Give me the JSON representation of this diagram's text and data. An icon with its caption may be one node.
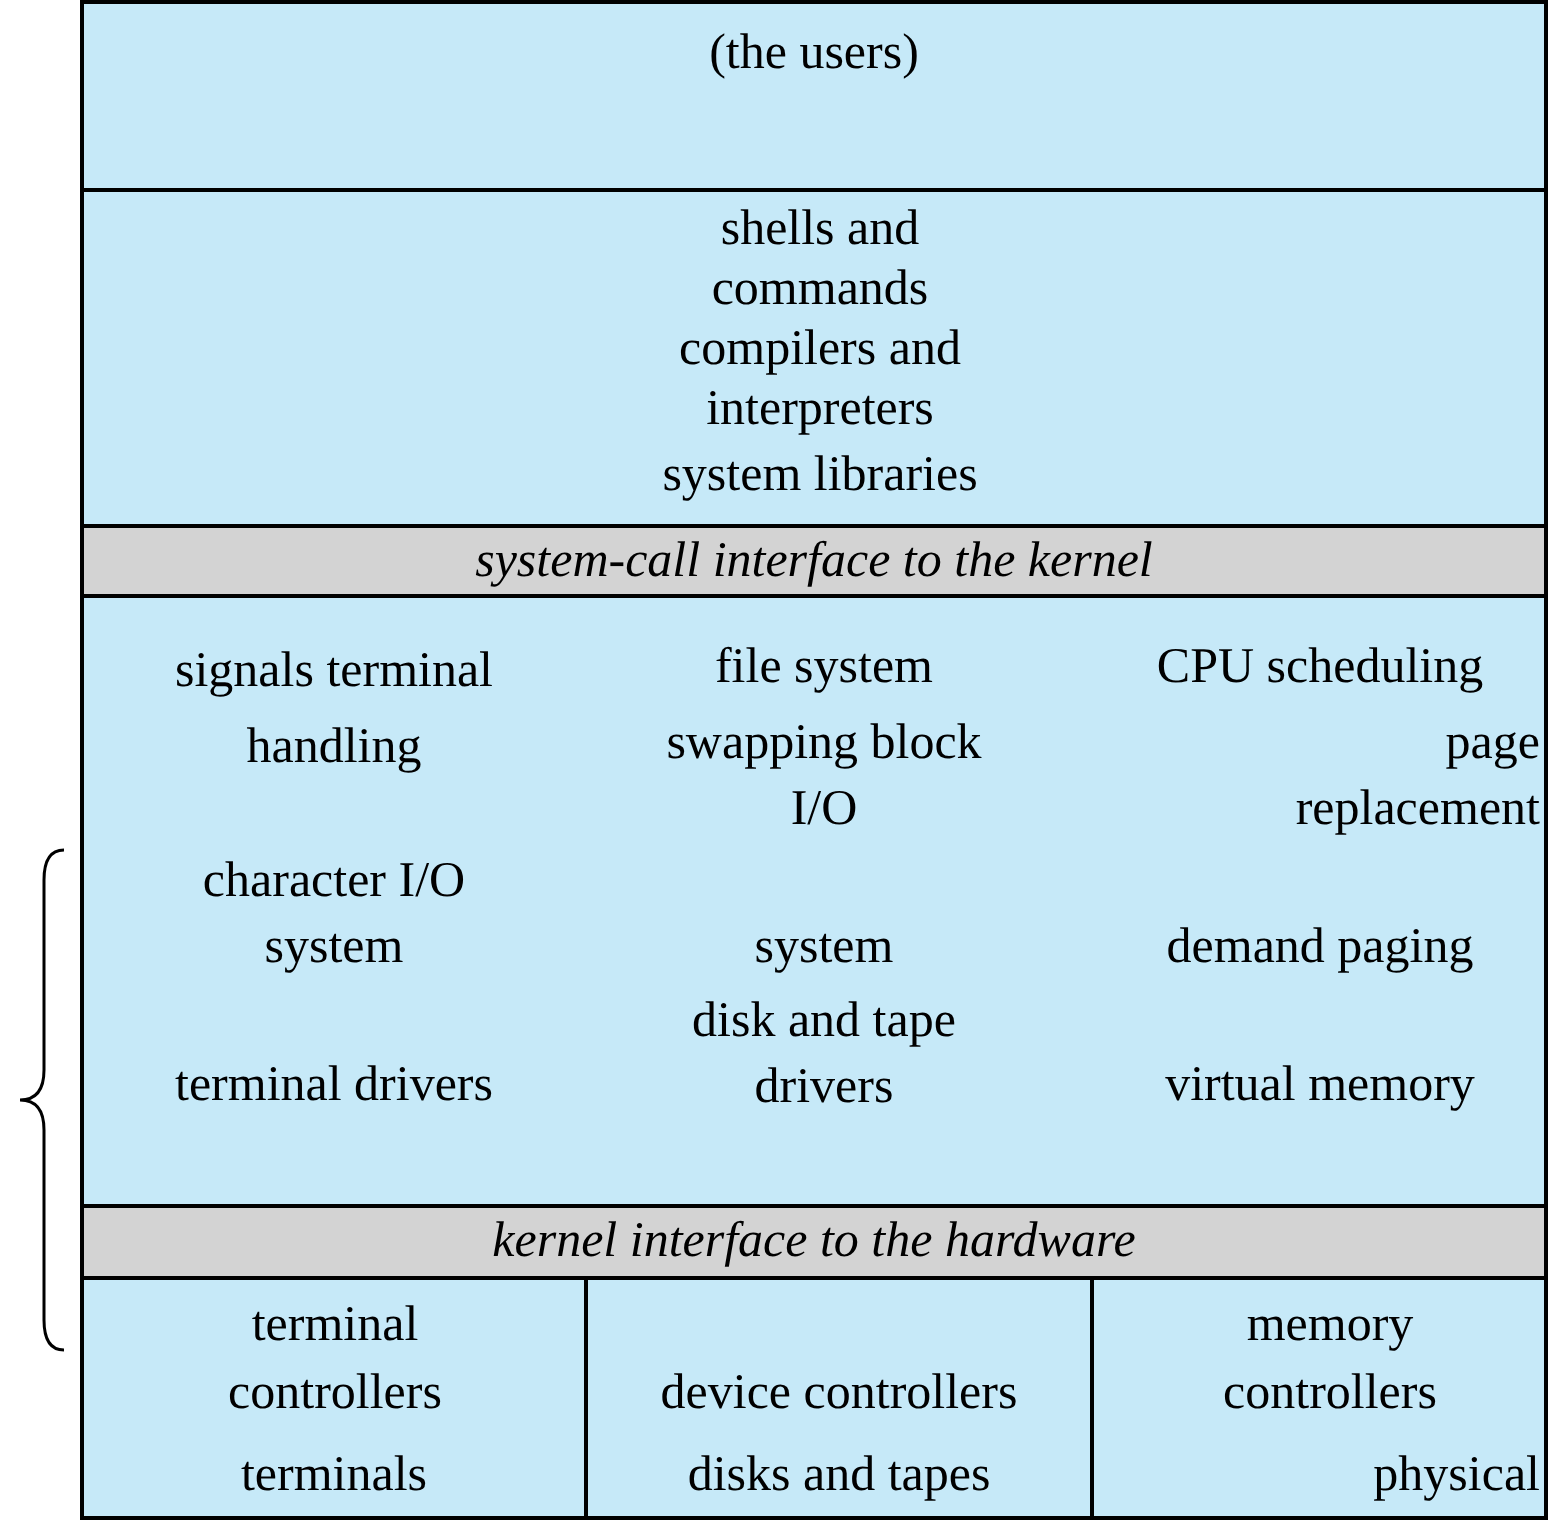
{
  "diagram": {
    "nodes": [
      {
        "text": [
          "(the users)"
        ]
      },
      {
        "text": [
          "shells and commands",
          "compilers and interpreters",
          "system libraries"
        ]
      },
      {
        "text": [
          "system-call interface to the kernel"
        ]
      },
      {
        "text": [
          "signals terminal handling",
          "character I/O system",
          "terminal drivers",
          "file system",
          "swapping block I/O",
          "system",
          "disk and tape drivers",
          "CPU scheduling",
          "page replacement",
          "demand paging",
          "virtual memory"
        ]
      },
      {
        "text": [
          "kernel interface to the hardware"
        ]
      },
      {
        "text": [
          "terminal controllers",
          "terminals"
        ]
      },
      {
        "text": [
          "device controllers",
          "disks and tapes"
        ]
      },
      {
        "text": [
          "memory controllers",
          "physical"
        ]
      }
    ],
    "edges": []
  }
}
